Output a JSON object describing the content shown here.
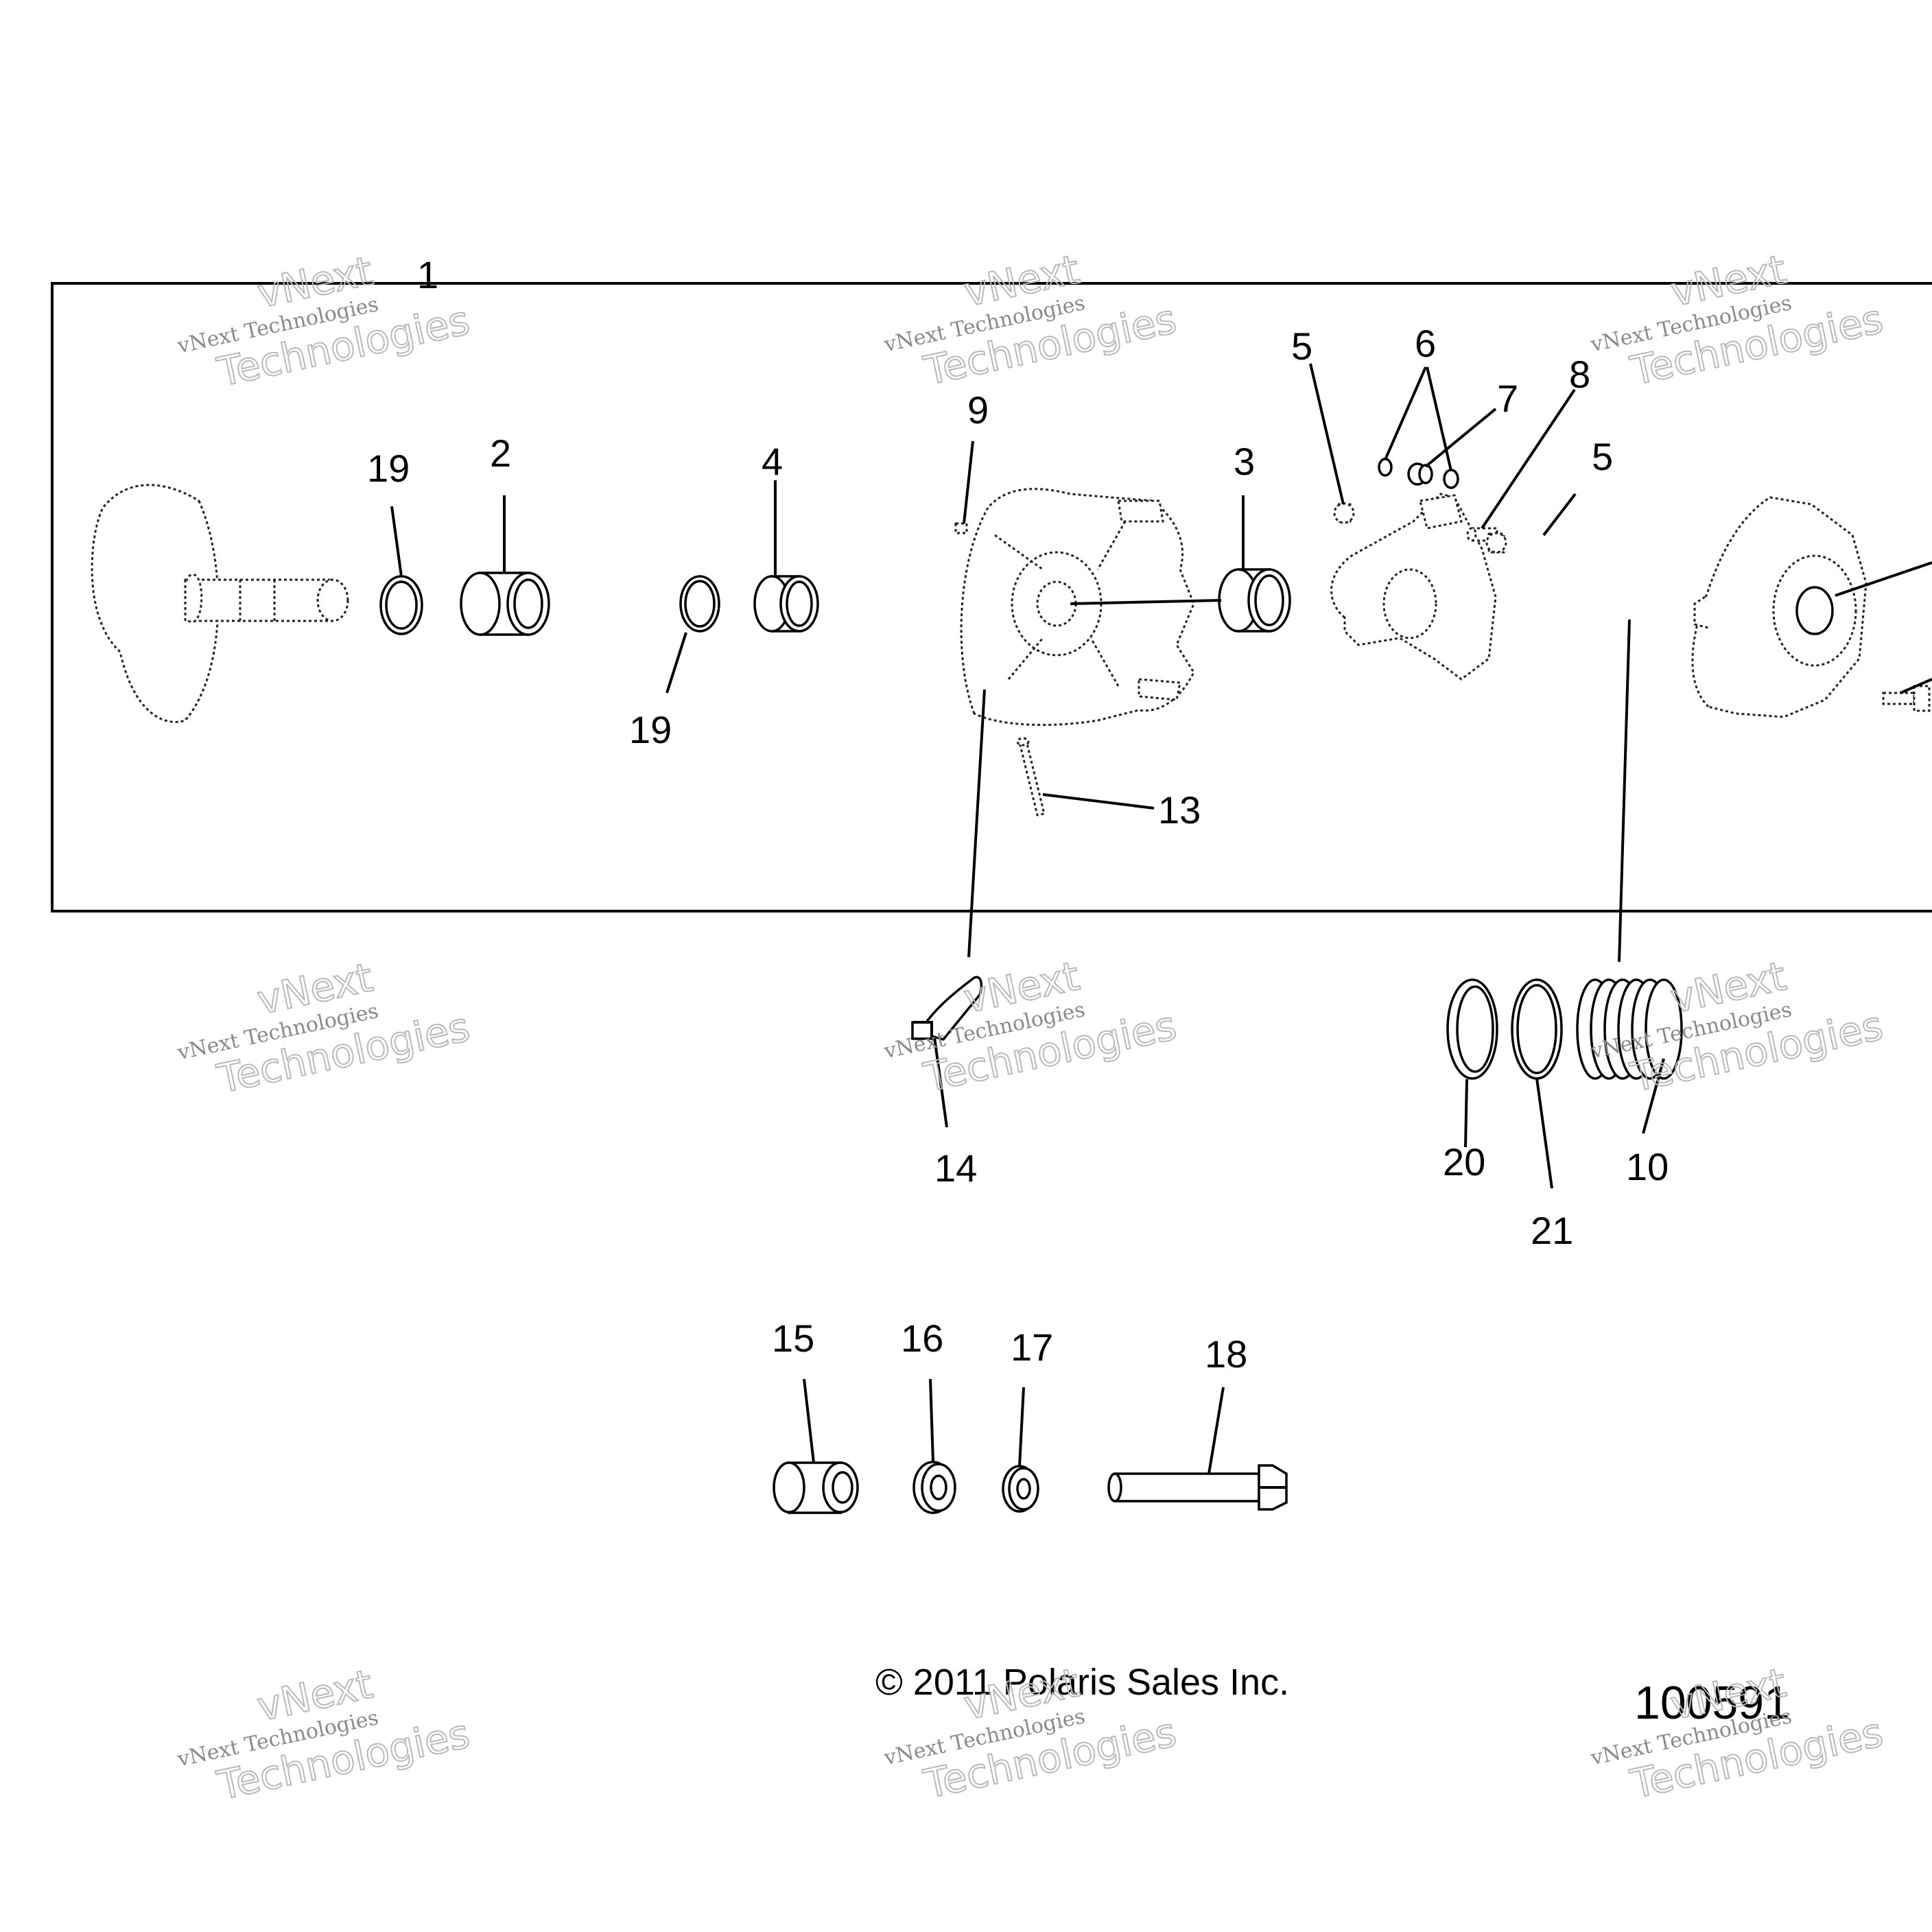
{
  "labels": {
    "l1": "1",
    "l2": "2",
    "l3": "3",
    "l4": "4",
    "l5a": "5",
    "l5b": "5",
    "l6": "6",
    "l7": "7",
    "l8": "8",
    "l9": "9",
    "l10": "10",
    "l13": "13",
    "l14": "14",
    "l15": "15",
    "l16": "16",
    "l17": "17",
    "l18": "18",
    "l19a": "19",
    "l19b": "19",
    "l20": "20",
    "l21": "21"
  },
  "copyright": "© 2011 Polaris Sales Inc.",
  "figure_number": "100591",
  "watermark": {
    "line1": "vNext Technologies",
    "line2": "Technologies",
    "line3": "vNext"
  },
  "colors": {
    "ink": "#000000",
    "watermark": "#b9b9b9",
    "background": "#ffffff"
  }
}
